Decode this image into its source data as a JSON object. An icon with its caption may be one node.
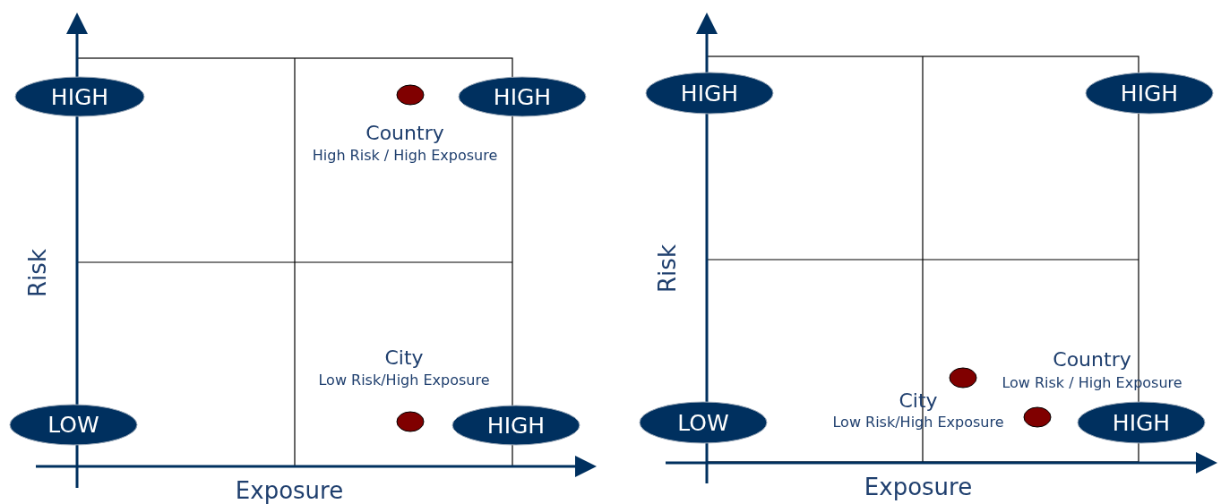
{
  "diagram": {
    "nodes": [
      {
        "text": [
          "HIGH"
        ]
      },
      {
        "text": [
          "HIGH"
        ]
      },
      {
        "text": [
          "LOW"
        ]
      },
      {
        "text": [
          "HIGH"
        ]
      },
      {
        "text": [
          "HIGH"
        ]
      },
      {
        "text": [
          "HIGH"
        ]
      },
      {
        "text": [
          "LOW"
        ]
      },
      {
        "text": [
          "HIGH"
        ]
      }
    ],
    "edges": [],
    "labels": [
      "Risk",
      "Country",
      "High Risk / High Exposure",
      "City",
      "Low Risk/High Exposure",
      "Exposure",
      "Risk",
      "Country",
      "Low Risk / High Exposure",
      "City",
      "Low Risk/High Exposure",
      "Exposure"
    ]
  }
}
